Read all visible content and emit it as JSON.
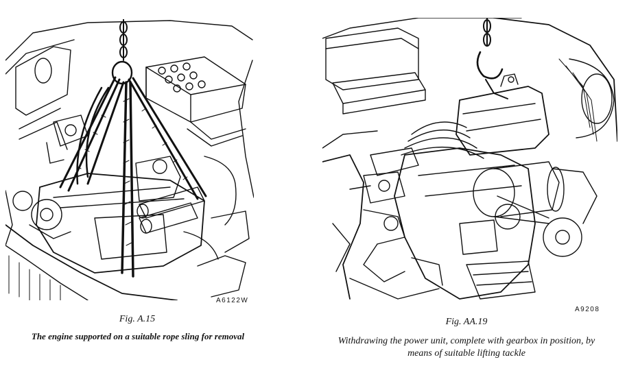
{
  "left_figure": {
    "code": "A6122W",
    "figure_number": "Fig. A.15",
    "caption": "The engine supported on a suitable rope sling for removal",
    "icon": "engine-rope-sling-illustration"
  },
  "right_figure": {
    "code": "A9208",
    "figure_number": "Fig. AA.19",
    "caption": "Withdrawing the power unit, complete with gearbox in position, by means of suitable lifting tackle",
    "icon": "power-unit-lifting-illustration"
  }
}
